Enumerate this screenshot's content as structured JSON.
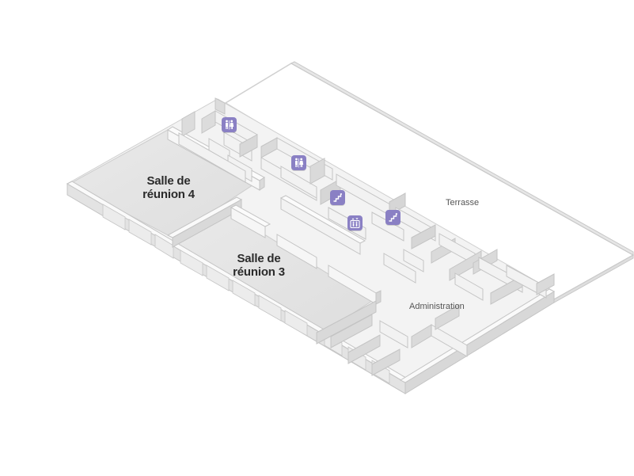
{
  "colors": {
    "poi_fill": "#8a80c4",
    "poi_icon": "#ffffff",
    "floor": "#f4f4f4",
    "meeting_floor": "#e6e6e6",
    "wall_top": "#fafafa",
    "wall_side": "#dcdcdc",
    "wall_stroke": "#c4c4c4"
  },
  "rooms": {
    "meeting4": {
      "line1": "Salle de",
      "line2": "réunion 4"
    },
    "meeting3": {
      "line1": "Salle de",
      "line2": "réunion 3"
    }
  },
  "zones": {
    "terrace": "Terrasse",
    "administration": "Administration"
  },
  "pois": [
    {
      "id": "restroom",
      "icon": "restroom-icon"
    },
    {
      "id": "restroom",
      "icon": "restroom-icon"
    },
    {
      "id": "stairs",
      "icon": "stairs-icon"
    },
    {
      "id": "elevator",
      "icon": "elevator-icon"
    },
    {
      "id": "stairs",
      "icon": "stairs-icon"
    }
  ]
}
